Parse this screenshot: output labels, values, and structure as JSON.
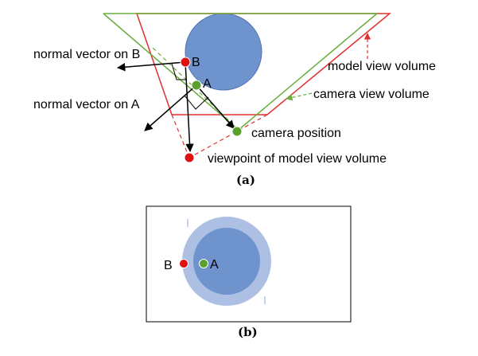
{
  "panel_a": {
    "caption": "(a)",
    "labels": {
      "normal_b": "normal vector on B",
      "normal_a": "normal vector on A",
      "point_b": "B",
      "point_a": "A",
      "model_view_volume": "model view volume",
      "camera_view_volume": "camera view volume",
      "camera_position": "camera position",
      "viewpoint": "viewpoint of model view volume"
    }
  },
  "panel_b": {
    "caption": "(b)",
    "labels": {
      "point_b": "B",
      "point_a": "A"
    }
  },
  "colors": {
    "sphere": "#6f93cc",
    "sphere_halo": "#aebfe4",
    "model_volume": "#e03030",
    "camera_volume": "#6aad3c",
    "point_b": "#e01010",
    "point_a": "#5aa02c",
    "arrow": "#000000"
  }
}
